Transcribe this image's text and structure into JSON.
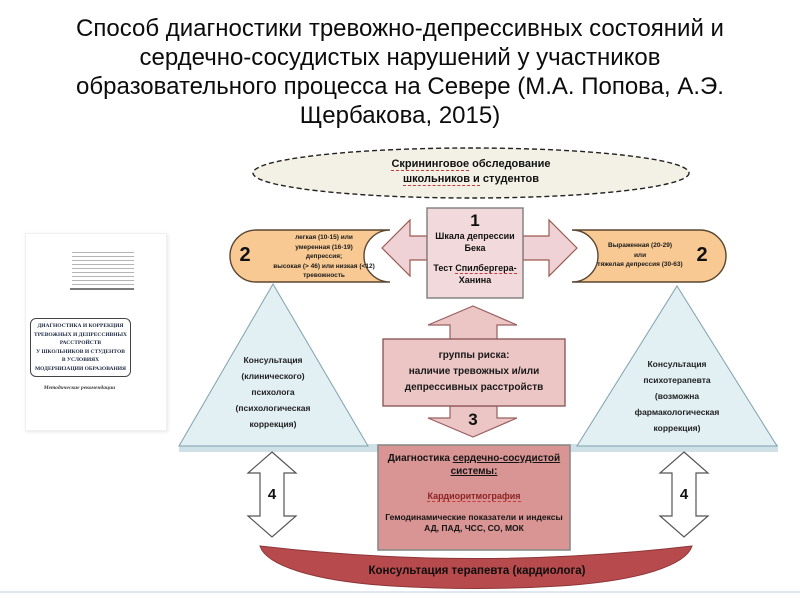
{
  "slide": {
    "title_lines": [
      "Способ диагностики тревожно-депрессивных состояний и",
      "сердечно-сосудистых нарушений у участников",
      "образовательного процесса на Севере (М.А. Попова, А.Э.",
      "Щербакова, 2015)"
    ]
  },
  "colors": {
    "ellipse_fill": "#f3f0e5",
    "pink_box": "#f2d9db",
    "pink_arrow": "#efd2d5",
    "capsule": "#f8c993",
    "risk_box": "#ecc5c5",
    "diag_box": "#d99494",
    "triangle": "#e2eff3",
    "base_bar": "#cfe0e6",
    "arc": "#b74a4c",
    "white_arrow": "#ffffff"
  },
  "book": {
    "title_lines": [
      "ДИАГНОСТИКА И КОРРЕКЦИЯ",
      "ТРЕВОЖНЫХ И ДЕПРЕССИВНЫХ",
      "РАССТРОЙСТВ",
      "У ШКОЛЬНИКОВ И СТУДЕНТОВ",
      "В УСЛОВИЯХ",
      "МОДЕРНИЗАЦИИ ОБРАЗОВАНИЯ"
    ],
    "subtitle": "Методические рекомендации"
  },
  "diagram": {
    "screening": {
      "line1_word": "Скрининговое",
      "line1_rest": " обследование",
      "line2_word": "школьников и",
      "line2_rest": " студентов"
    },
    "step1": {
      "number": "1",
      "scale_l1": "Шкала депрессии",
      "scale_l2": "Бека",
      "test_prefix": "Тест ",
      "test_name": "Спилбергера-",
      "test_name2": "Ханина"
    },
    "left_criteria": {
      "number": "2",
      "lines": [
        "легкая (10-15) или",
        "умеренная (16-19)",
        "депрессия;",
        "высокая (> 46) или низкая (<12)",
        "тревожность"
      ]
    },
    "right_criteria": {
      "number": "2",
      "lines": [
        "Выраженная (20-29)",
        "или",
        "тяжелая депрессия (30-63)"
      ]
    },
    "risk_group": {
      "number": "3",
      "lines": [
        "группы риска:",
        "наличие тревожных и/или",
        "депрессивных расстройств"
      ]
    },
    "cardio": {
      "l1_prefix": "Диагностика ",
      "l1_underlined": "сердечно-сосудистой",
      "l2_underlined": "системы:",
      "method": "Кардиоритмография",
      "l3": "Гемодинамические показатели и индексы",
      "l4": "АД, ПАД, ЧСС, СО, МОК"
    },
    "left_triangle": {
      "lines": [
        "Консультация",
        "(клинического)",
        "психолога",
        "(психологическая",
        "коррекция)"
      ]
    },
    "right_triangle": {
      "lines": [
        "Консультация",
        "психотерапевта",
        "(возможна",
        "фармакологическая",
        "коррекция)"
      ]
    },
    "left_arrow4": "4",
    "right_arrow4": "4",
    "therapist": "Консультация терапевта (кардиолога)"
  }
}
